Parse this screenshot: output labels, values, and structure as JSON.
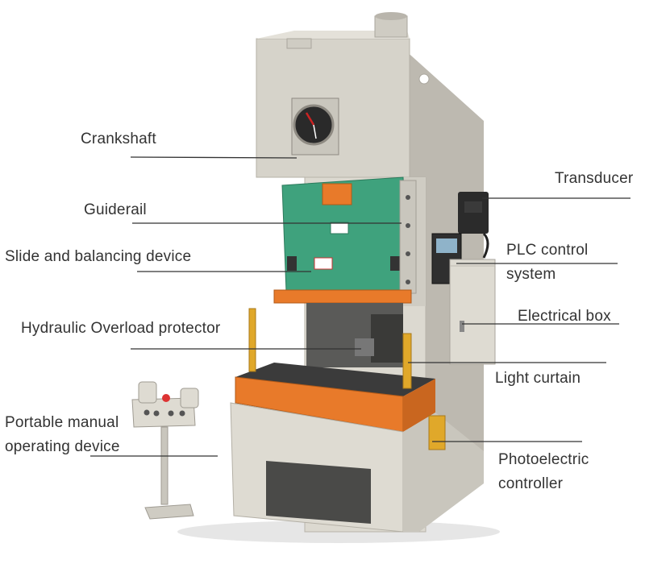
{
  "diagram": {
    "subject": "C-frame mechanical power press",
    "colors": {
      "body": "#d8d5cc",
      "body_dark": "#aaa69d",
      "slide": "#3fa27d",
      "accent_orange": "#e87a2a",
      "sensor_yellow": "#e0a82a",
      "leader_line": "#333333",
      "text": "#333333"
    },
    "labels": [
      {
        "id": "crankshaft",
        "lines": [
          "Crankshaft"
        ]
      },
      {
        "id": "guiderail",
        "lines": [
          "Guiderail"
        ]
      },
      {
        "id": "slide",
        "lines": [
          "Slide and balancing device"
        ]
      },
      {
        "id": "hydraulic",
        "lines": [
          "Hydraulic Overload protector"
        ]
      },
      {
        "id": "portable",
        "lines": [
          "Portable manual",
          "operating device"
        ]
      },
      {
        "id": "transducer",
        "lines": [
          "Transducer"
        ]
      },
      {
        "id": "plc",
        "lines": [
          "PLC control",
          "system"
        ]
      },
      {
        "id": "electrical",
        "lines": [
          "Electrical box"
        ]
      },
      {
        "id": "light",
        "lines": [
          "Light curtain"
        ]
      },
      {
        "id": "photo",
        "lines": [
          "Photoelectric",
          "controller"
        ]
      }
    ]
  }
}
